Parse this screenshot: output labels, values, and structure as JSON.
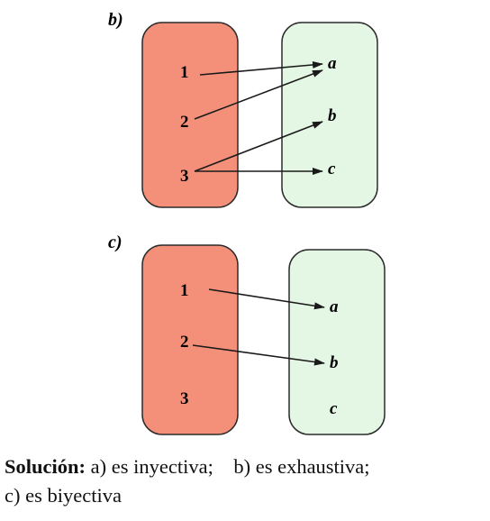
{
  "diagrams": [
    {
      "label": "b)",
      "domain": [
        "1",
        "2",
        "3"
      ],
      "codomain": [
        "a",
        "b",
        "c"
      ],
      "arrows": [
        [
          "1",
          "a"
        ],
        [
          "2",
          "a"
        ],
        [
          "3",
          "b"
        ],
        [
          "3",
          "c"
        ]
      ]
    },
    {
      "label": "c)",
      "domain": [
        "1",
        "2",
        "3"
      ],
      "codomain": [
        "a",
        "b",
        "c"
      ],
      "arrows": [
        [
          "1",
          "a"
        ],
        [
          "2",
          "b"
        ]
      ]
    }
  ],
  "colors": {
    "domain_fill": "#f4907a",
    "domain_stroke": "#2b2b2b",
    "codomain_fill": "#e4f6e4",
    "codomain_stroke": "#2b2b2b",
    "arrow": "#1a1a1a"
  },
  "solution": {
    "heading": "Solución:",
    "line1": "a) es inyectiva;    b) es exhaustiva;",
    "line2": "c) es biyectiva"
  }
}
